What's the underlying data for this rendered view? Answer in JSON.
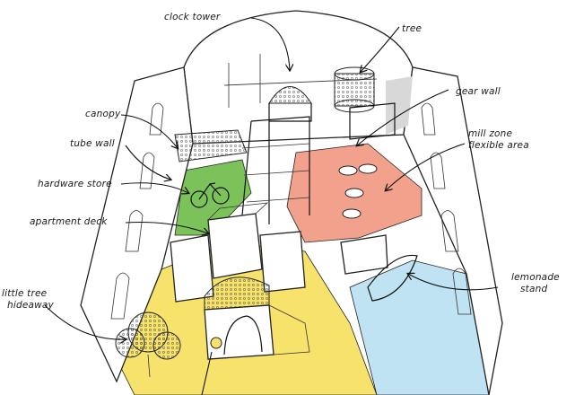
{
  "labels": {
    "clock_tower": "clock tower",
    "tree": "tree",
    "canopy": "canopy",
    "gear_wall": "gear wall",
    "tube_wall": "tube wall",
    "mill_zone_line1": "mill zone",
    "mill_zone_line2": "flexible area",
    "hardware_store": "hardware store",
    "apartment_deck": "apartment deck",
    "little_tree_line1": "little tree",
    "little_tree_line2": "hideaway",
    "lemonade_line1": "lemonade",
    "lemonade_line2": "stand"
  },
  "zone_colors": {
    "green": "#7cc25a",
    "salmon": "#f2a28c",
    "yellow": "#f7e26b",
    "blue": "#bfe3f2"
  }
}
